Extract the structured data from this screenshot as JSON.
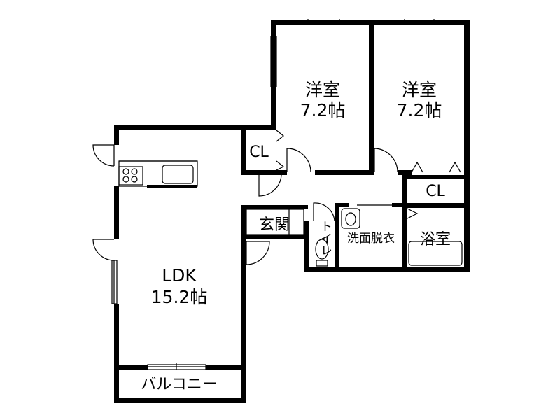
{
  "rooms": {
    "room1": {
      "name": "洋室",
      "size": "7.2帖"
    },
    "room2": {
      "name": "洋室",
      "size": "7.2帖"
    },
    "ldk": {
      "name": "LDK",
      "size": "15.2帖"
    },
    "closet1": {
      "name": "CL"
    },
    "closet2": {
      "name": "CL"
    },
    "entrance": {
      "name": "玄関"
    },
    "toilet": {
      "name": "トイレ"
    },
    "washroom": {
      "name": "洗面脱衣"
    },
    "bathroom": {
      "name": "浴室"
    },
    "balcony": {
      "name": "バルコニー"
    }
  }
}
